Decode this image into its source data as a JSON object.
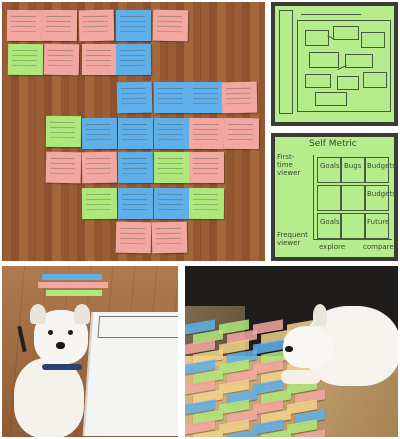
{
  "floor_panel": {
    "note_colors": {
      "pink": "#f2a8a0",
      "blue": "#5fb0e8",
      "green": "#aee87c"
    }
  },
  "sketch_panel_top": {
    "sheet_color": "#b5ec8c"
  },
  "sketch_panel_bottom": {
    "title": "Self Metric",
    "left_top": "First-time viewer",
    "left_bottom": "Frequent viewer",
    "bottom_left": "explore",
    "bottom_right": "compare",
    "cells": [
      "Budgets",
      "Goals",
      "Bugs",
      "Budgets",
      "Goals",
      "Future"
    ]
  }
}
